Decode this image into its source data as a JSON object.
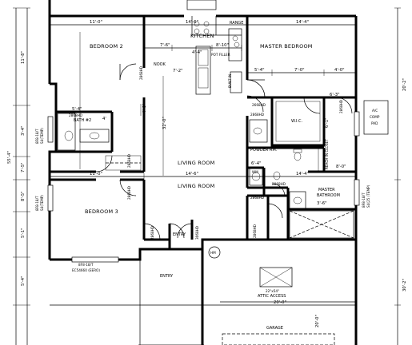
{
  "rooms": {
    "bedroom2": "BEDROOM 2",
    "kitchen": "KITCHEN",
    "range": "RANGE",
    "master_bedroom": "MASTER BEDROOM",
    "nook": "NOOK",
    "pot_filler": "POT FILLER",
    "built_in": "BUILT IN",
    "bath2": "BATH #2",
    "wic": "W.I.C.",
    "living_room_1": "LIVING ROOM",
    "living_room_2": "LIVING ROOM",
    "powder_rm": "POWDER RM.",
    "master_bathroom_1": "MASTER",
    "master_bathroom_2": "BATHROOM",
    "bedroom3": "BEDROOM 3",
    "entry_small": "ENTRY",
    "entry": "ENTRY",
    "attic_access_1": "22\"x54\"",
    "attic_access_2": "ATTIC ACCESS",
    "garage": "GARAGE",
    "ac_pad_1": "A/C",
    "ac_pad_2": "COMP",
    "ac_pad_3": "PAD",
    "wm": "WM",
    "reach_in_closet": "REACH IN CLOSET"
  },
  "dimensions": {
    "top_left_width": "11'-0\"",
    "top_mid_width": "14'-6\"",
    "top_right_width": "14'-4\"",
    "mid_left_width": "11'-0\"",
    "mid_mid_width": "14'-6\"",
    "mid_right_width": "14'-4\"",
    "kitchen_a": "7'-6\"",
    "kitchen_b": "8'-10\"",
    "kitchen_c": "4'-4\"",
    "nook_depth": "7'-2\"",
    "master_a": "5'-4\"",
    "master_b": "7'-0\"",
    "master_c": "4'-0\"",
    "bath_w": "4'",
    "bath_w2": "5'-4\"",
    "living_h": "32'-0\"",
    "island_h": "4'-0\"",
    "wic_h": "6'-1\"",
    "bath_d": "8'-0\"",
    "pr_h": "6'-4\"",
    "attic_w": "20'-0\"",
    "left_total": "55'-4\"",
    "left_seg_1": "11'-8\"",
    "left_seg_2": "3'-4\"",
    "left_seg_3": "7'-5\"",
    "left_seg_4": "8'-5\"",
    "left_seg_5": "5'-1\"",
    "left_seg_6": "5'-4\"",
    "right_top": "20'-2\"",
    "right_bottom": "30'-2\"",
    "garage_h": "20'-0\"",
    "closet_w": "3'-6\"",
    "win_w": "6'-3\""
  },
  "openings": {
    "door_2868_a": "2868HD",
    "door_2868_b": "2868HD",
    "door_2868_c": "2868HD",
    "door_2868_d": "2868HD",
    "door_2868_e": "2868HD",
    "door_2868_f": "2868HD",
    "door_2868_g": "2868HD",
    "door_2868_h": "2868HD",
    "door_2868_i": "2868HD",
    "door_2868_j": "2868HD",
    "door_2668": "2668HD",
    "door_3068": "3068HD",
    "window_left_1": "8F8-18/T",
    "window_left_1b": "S4(TEMP)",
    "window_left_2": "8F8-18/T",
    "window_left_2b": "S4(TEMP)",
    "window_bottom": "8F8-18/T",
    "window_bottom_b": "EC54660 (EERO)",
    "window_right": "8F8-18/T",
    "window_right_b": "S4(25 (TEMP)",
    "hm": "HM"
  },
  "colors": {
    "line": "#000000",
    "background": "#ffffff"
  }
}
